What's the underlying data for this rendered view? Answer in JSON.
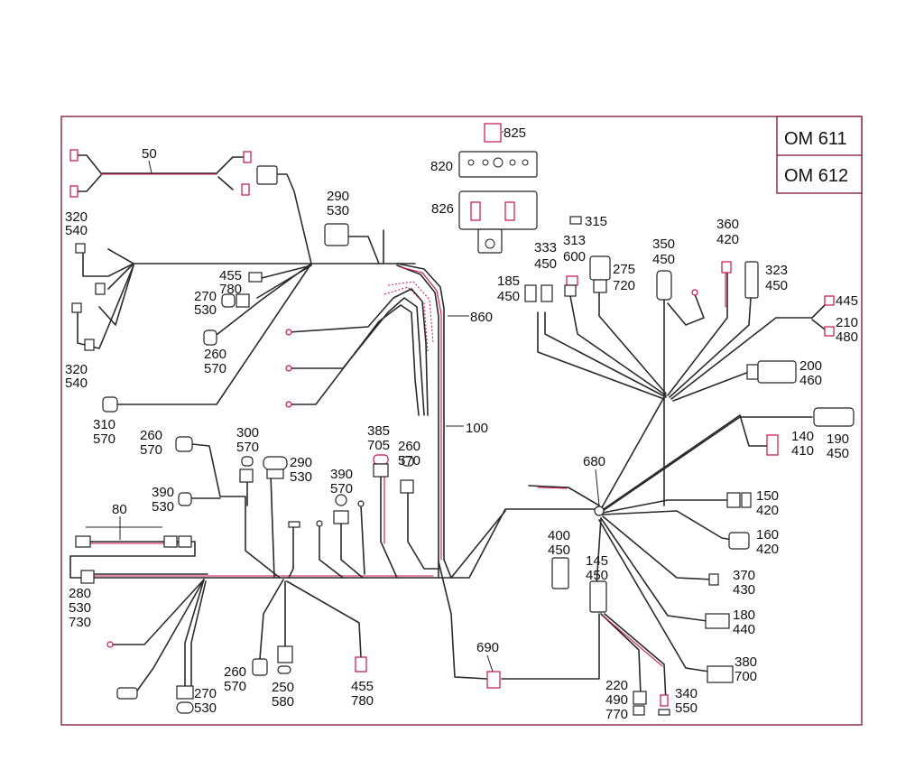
{
  "engine_variants": [
    "OM 611",
    "OM 612"
  ],
  "callouts": {
    "c50": [
      "50"
    ],
    "c320a": [
      "320",
      "540"
    ],
    "c320b": [
      "320",
      "540"
    ],
    "c290top": [
      "290",
      "530"
    ],
    "c455a": [
      "455",
      "780"
    ],
    "c270a": [
      "270",
      "530"
    ],
    "c260a": [
      "260",
      "570"
    ],
    "c310": [
      "310",
      "570"
    ],
    "c260b": [
      "260",
      "570"
    ],
    "c300": [
      "300",
      "570"
    ],
    "c290b": [
      "290",
      "530"
    ],
    "c390a": [
      "390",
      "530"
    ],
    "c390b": [
      "390",
      "570"
    ],
    "c385": [
      "385",
      "705"
    ],
    "c260c": [
      "260",
      "570"
    ],
    "c80": [
      "80"
    ],
    "c280": [
      "280",
      "530",
      "730"
    ],
    "c270b": [
      "270",
      "530"
    ],
    "c260d": [
      "260",
      "570"
    ],
    "c250": [
      "250",
      "580"
    ],
    "c455b": [
      "455",
      "780"
    ],
    "c825": [
      "825"
    ],
    "c820": [
      "820"
    ],
    "c826": [
      "826"
    ],
    "c315": [
      "315"
    ],
    "c333": [
      "333",
      "450"
    ],
    "c313": [
      "313",
      "600"
    ],
    "c275": [
      "275",
      "720"
    ],
    "c185": [
      "185",
      "450"
    ],
    "c350": [
      "350",
      "450"
    ],
    "c360": [
      "360",
      "420"
    ],
    "c323": [
      "323",
      "450"
    ],
    "c445": [
      "445"
    ],
    "c210": [
      "210",
      "480"
    ],
    "c200": [
      "200",
      "460"
    ],
    "c860": [
      "860"
    ],
    "c100": [
      "100"
    ],
    "c680": [
      "680"
    ],
    "c140": [
      "140",
      "410"
    ],
    "c190": [
      "190",
      "450"
    ],
    "c150": [
      "150",
      "420"
    ],
    "c160": [
      "160",
      "420"
    ],
    "c400": [
      "400",
      "450"
    ],
    "c145": [
      "145",
      "450"
    ],
    "c370": [
      "370",
      "430"
    ],
    "c180": [
      "180",
      "440"
    ],
    "c380": [
      "380",
      "700"
    ],
    "c690": [
      "690"
    ],
    "c220": [
      "220",
      "490",
      "770"
    ],
    "c340": [
      "340",
      "550"
    ]
  }
}
